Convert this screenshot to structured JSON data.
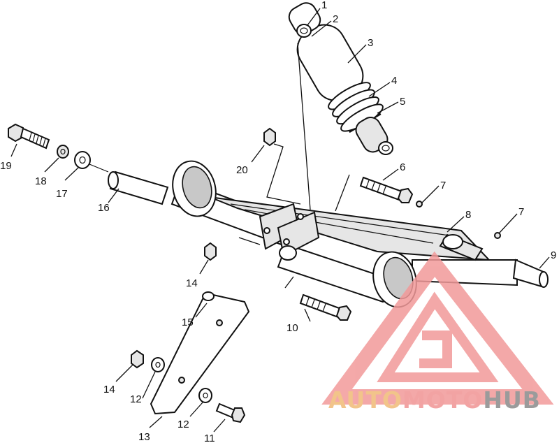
{
  "callouts": [
    "1",
    "2",
    "3",
    "4",
    "5",
    "6",
    "7",
    "7",
    "8",
    "9",
    "10",
    "11",
    "12",
    "12",
    "13",
    "14",
    "14",
    "15",
    "16",
    "17",
    "18",
    "19",
    "20"
  ],
  "watermark": {
    "auto": "AUTO",
    "moto": "MOTO",
    "hub": "HUB",
    "colors": {
      "auto": "#f2c48a",
      "moto": "#f2a3a3",
      "hub": "#9b9b9b",
      "logo": "#f29a9a"
    }
  }
}
